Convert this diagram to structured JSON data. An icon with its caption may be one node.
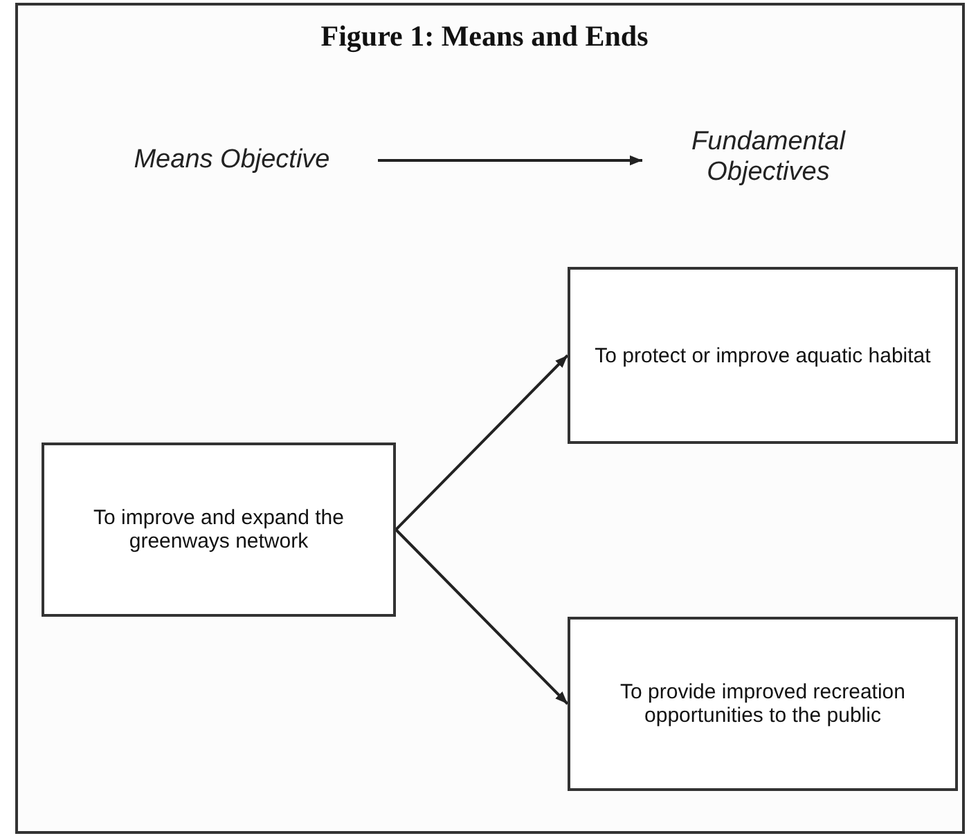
{
  "diagram": {
    "title": "Figure 1: Means and Ends",
    "nodes": [
      {
        "text": [
          "Means Objective"
        ]
      },
      {
        "text": [
          "Fundamental Objectives"
        ]
      },
      {
        "text": [
          "To improve and expand the greenways network"
        ]
      },
      {
        "text": [
          "To protect or improve aquatic habitat"
        ]
      },
      {
        "text": [
          "To provide improved recreation opportunities to the public"
        ]
      }
    ],
    "edges": [
      {
        "from": 0,
        "to": 1,
        "arrow": "to"
      },
      {
        "from": 2,
        "to": 3,
        "arrow": "to"
      },
      {
        "from": 2,
        "to": 4,
        "arrow": "to"
      }
    ]
  }
}
